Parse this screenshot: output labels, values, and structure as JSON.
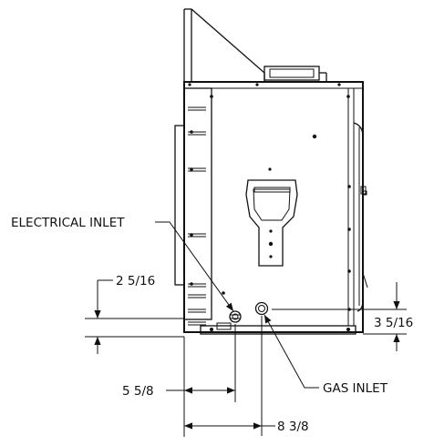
{
  "labels": {
    "electrical_inlet": "ELECTRICAL INLET",
    "gas_inlet": "GAS INLET"
  },
  "dimensions": {
    "d_2_5_16": "2 5/16",
    "d_3_5_16": "3 5/16",
    "d_5_5_8": "5 5/8",
    "d_8_3_8": "8 3/8"
  }
}
